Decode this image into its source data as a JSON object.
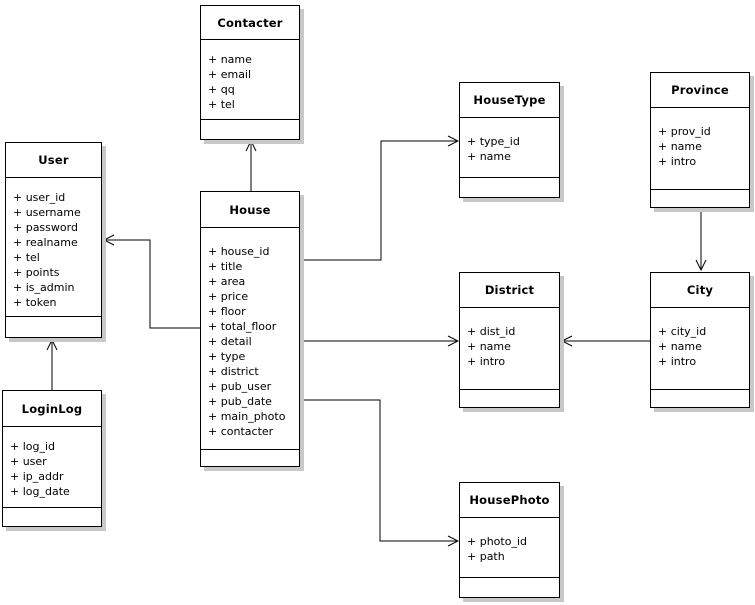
{
  "classes": {
    "contacter": {
      "name": "Contacter",
      "attributes": [
        "+ name",
        "+ email",
        "+ qq",
        "+ tel"
      ]
    },
    "user": {
      "name": "User",
      "attributes": [
        "+ user_id",
        "+ username",
        "+ password",
        "+ realname",
        "+ tel",
        "+ points",
        "+ is_admin",
        "+ token"
      ]
    },
    "loginlog": {
      "name": "LoginLog",
      "attributes": [
        "+ log_id",
        "+ user",
        "+ ip_addr",
        "+ log_date"
      ]
    },
    "house": {
      "name": "House",
      "attributes": [
        "+ house_id",
        "+ title",
        "+ area",
        "+ price",
        "+ floor",
        "+ total_floor",
        "+ detail",
        "+ type",
        "+ district",
        "+ pub_user",
        "+ pub_date",
        "+ main_photo",
        "+ contacter"
      ]
    },
    "housetype": {
      "name": "HouseType",
      "attributes": [
        "+ type_id",
        "+ name"
      ]
    },
    "province": {
      "name": "Province",
      "attributes": [
        "+ prov_id",
        "+ name",
        "+ intro"
      ]
    },
    "district": {
      "name": "District",
      "attributes": [
        "+ dist_id",
        "+ name",
        "+ intro"
      ]
    },
    "city": {
      "name": "City",
      "attributes": [
        "+ city_id",
        "+ name",
        "+ intro"
      ]
    },
    "housephoto": {
      "name": "HousePhoto",
      "attributes": [
        "+ photo_id",
        "+ path"
      ]
    }
  },
  "relationships": [
    {
      "from": "House",
      "to": "Contacter"
    },
    {
      "from": "House",
      "to": "User"
    },
    {
      "from": "House",
      "to": "HouseType"
    },
    {
      "from": "House",
      "to": "District"
    },
    {
      "from": "House",
      "to": "HousePhoto"
    },
    {
      "from": "City",
      "to": "District"
    },
    {
      "from": "Province",
      "to": "City"
    },
    {
      "from": "LoginLog",
      "to": "User"
    }
  ],
  "colors": {
    "line": "#000000",
    "box_fill": "#ffffff",
    "shadow": "#c8c8c8"
  }
}
